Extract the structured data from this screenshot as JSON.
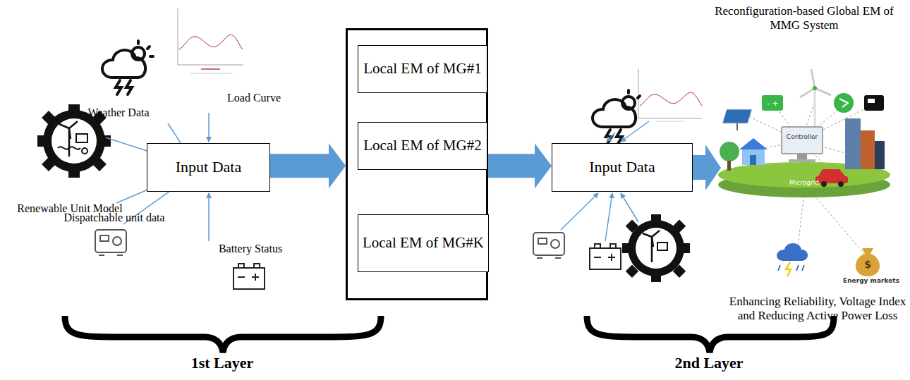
{
  "diagram": {
    "nodes": [
      {
        "text": [
          "Input Data"
        ]
      },
      {
        "text": []
      },
      {
        "text": [
          "Local EM of MG#1"
        ],
        "in": 1
      },
      {
        "text": [
          "Local EM of MG#2"
        ],
        "in": 1
      },
      {
        "text": [
          "Local EM of MG#K"
        ],
        "in": 1
      },
      {
        "text": [
          "Input Data"
        ]
      }
    ],
    "edges": [
      {
        "from": 0,
        "to": 1,
        "arrow": "to"
      },
      {
        "from": 1,
        "to": 5,
        "arrow": "to"
      }
    ],
    "labels": [
      "Weather Data",
      "Load Curve",
      "Renewable Unit Model",
      "Dispatchable unit data",
      "Battery Status",
      "Reconfiguration-based Global EM of MMG System",
      "Controller",
      "Microgrid",
      "$",
      "Energy markets",
      "Enhancing Reliability, Voltage Index and Reducing Active Power Loss",
      "1st Layer",
      "2nd Layer"
    ]
  }
}
